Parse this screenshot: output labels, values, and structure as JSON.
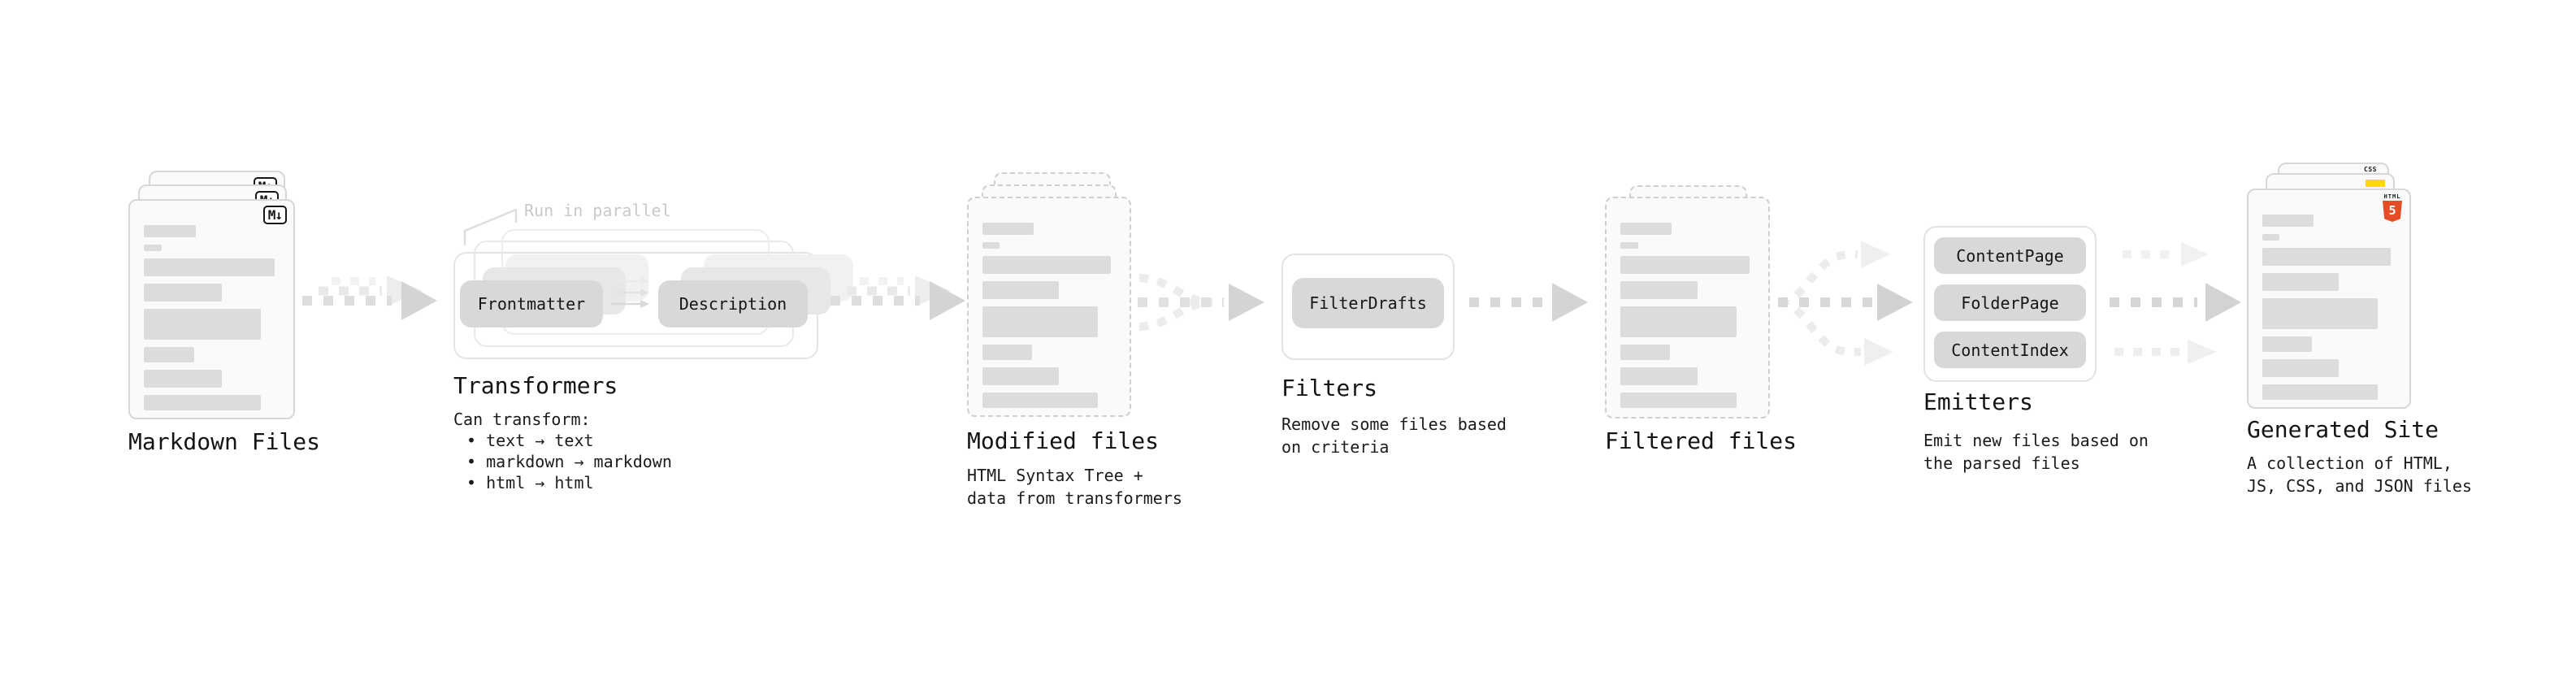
{
  "stages": {
    "markdown": {
      "title": "Markdown Files",
      "badge": "M↓"
    },
    "transformers": {
      "note": "Run in parallel",
      "transformer_a": "Frontmatter",
      "transformer_b": "Description",
      "title": "Transformers",
      "desc_heading": "Can transform:",
      "bullet_1": "• text → text",
      "bullet_2": "• markdown → markdown",
      "bullet_3": "• html → html"
    },
    "modified": {
      "title": "Modified files",
      "desc": "HTML Syntax Tree +\ndata from transformers"
    },
    "filters": {
      "title": "Filters",
      "filter_a": "FilterDrafts",
      "desc": "Remove some files based\non criteria"
    },
    "filtered": {
      "title": "Filtered files"
    },
    "emitters": {
      "title": "Emitters",
      "emitter_a": "ContentPage",
      "emitter_b": "FolderPage",
      "emitter_c": "ContentIndex",
      "desc": "Emit new files based on\nthe parsed files"
    },
    "generated": {
      "title": "Generated Site",
      "desc": "A collection of HTML,\nJS, CSS, and JSON files",
      "badge_css": "CSS",
      "badge_html_word": "HTML",
      "badge_html_five": "5"
    }
  },
  "colors": {
    "doc_border": "#d7d7d7",
    "dashed_border": "#cfcfcf",
    "placeholder_bar": "#dcdcdc",
    "arrow_gray": "#d4d4d4",
    "arrow_light": "#ececec",
    "note_gray": "#c9c9c9",
    "html5_orange": "#e44d26",
    "js_yellow": "#ffd900",
    "css_blue": "#2b63e8"
  }
}
